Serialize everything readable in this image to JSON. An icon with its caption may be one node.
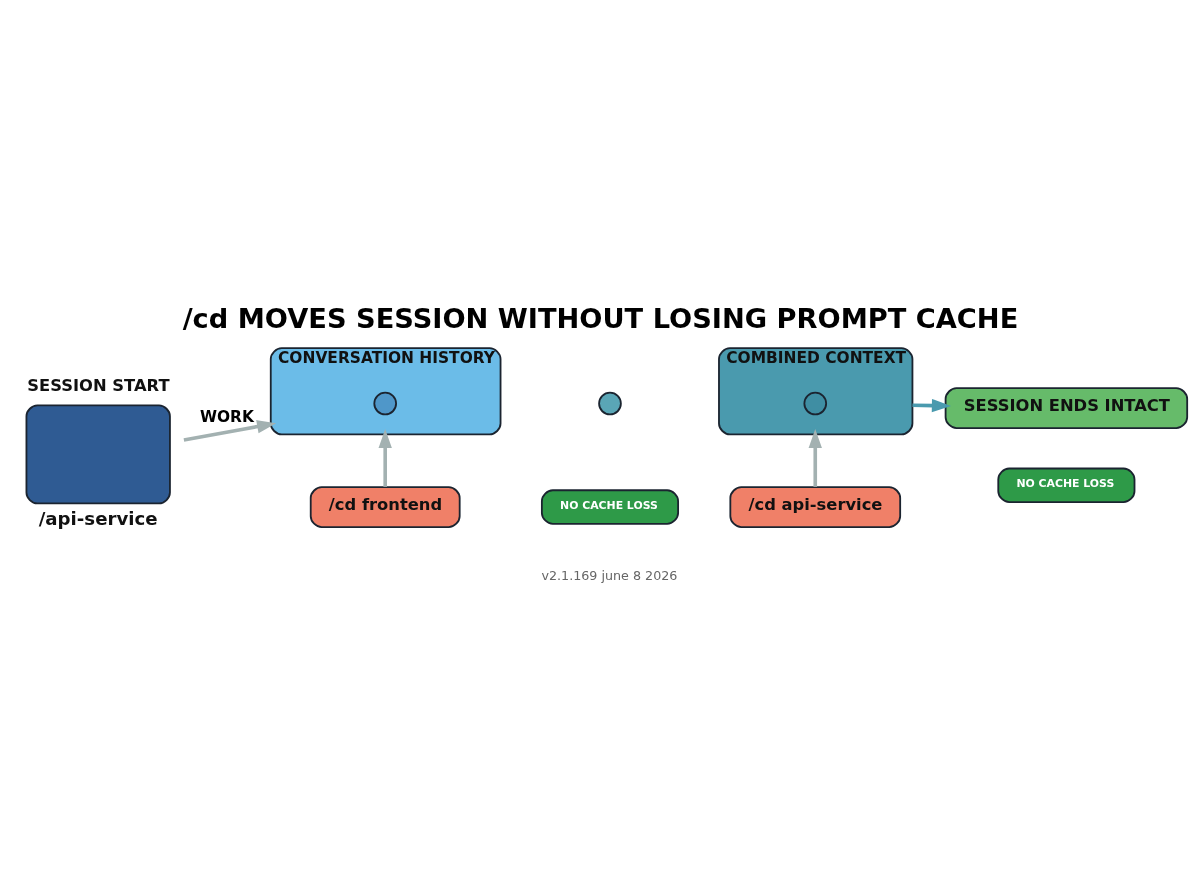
{
  "diagram": {
    "title": "/cd MOVES SESSION WITHOUT LOSING PROMPT CACHE",
    "caption": "v2.1.169 june 8 2026",
    "nodes": [
      {
        "text": [
          "SESSION START"
        ],
        "beside": [
          "/api-service"
        ]
      },
      {
        "text": [
          "CONVERSATION HISTORY"
        ]
      },
      {
        "text": [
          "COMBINED CONTEXT"
        ]
      },
      {
        "text": [],
        "shape": "circle",
        "in": 1
      },
      {
        "text": [],
        "shape": "circle"
      },
      {
        "text": [],
        "shape": "circle",
        "in": 2
      },
      {
        "text": [
          "SESSION ENDS INTACT"
        ]
      },
      {
        "text": [
          "NO CACHE LOSS"
        ]
      },
      {
        "text": [
          "/cd frontend"
        ]
      },
      {
        "text": [
          "NO CACHE LOSS"
        ]
      },
      {
        "text": [
          "/cd api-service"
        ]
      }
    ],
    "edges": [
      {
        "from": 0,
        "to": 1,
        "arrow": "to",
        "label": "WORK"
      },
      {
        "from": 8,
        "to": 1,
        "arrow": "to"
      },
      {
        "from": 10,
        "to": 2,
        "arrow": "to"
      },
      {
        "from": 2,
        "to": 6,
        "arrow": "to",
        "color": "#4a9aae"
      }
    ]
  }
}
